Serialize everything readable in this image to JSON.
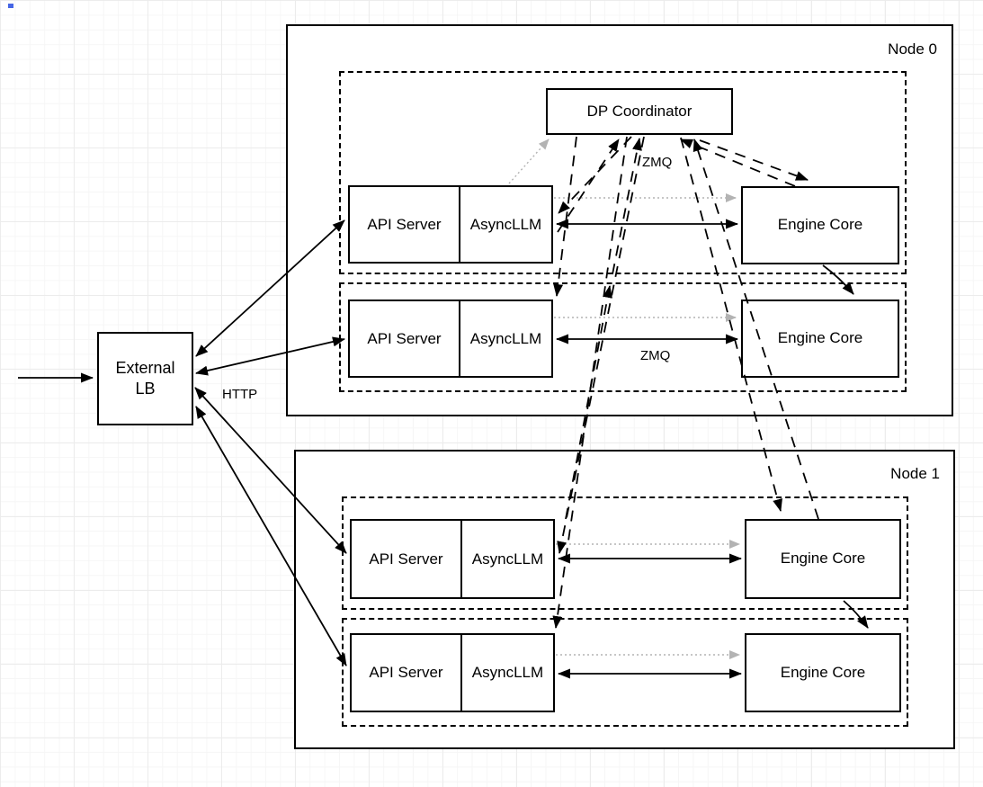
{
  "external_lb": {
    "label": "External LB"
  },
  "coordinator": {
    "label": "DP Coordinator"
  },
  "node0": {
    "title": "Node 0",
    "rows": [
      {
        "api_server": "API Server",
        "async_llm": "AsyncLLM",
        "engine_core": "Engine Core"
      },
      {
        "api_server": "API Server",
        "async_llm": "AsyncLLM",
        "engine_core": "Engine Core"
      }
    ]
  },
  "node1": {
    "title": "Node 1",
    "rows": [
      {
        "api_server": "API Server",
        "async_llm": "AsyncLLM",
        "engine_core": "Engine Core"
      },
      {
        "api_server": "API Server",
        "async_llm": "AsyncLLM",
        "engine_core": "Engine Core"
      }
    ]
  },
  "edge_labels": {
    "http": "HTTP",
    "zmq_coordinator": "ZMQ",
    "zmq_engine": "ZMQ"
  },
  "colors": {
    "shape_stroke": "#000000",
    "dotted_connector": "#b3b3b3",
    "canvas_grid": "#f2f2f2",
    "artifact_dot": "#4666e5"
  }
}
